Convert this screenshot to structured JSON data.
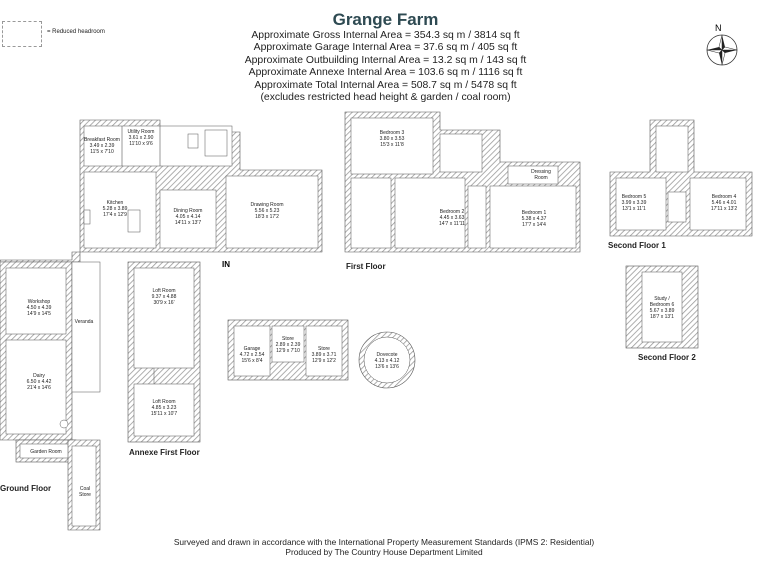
{
  "title": "Grange Farm",
  "areas": [
    "Approximate Gross Internal Area = 354.3 sq m / 3814 sq ft",
    "Approximate Garage Internal Area = 37.6 sq m / 405 sq ft",
    "Approximate Outbuilding Internal Area = 13.2 sq m / 143 sq ft",
    "Approximate Annexe Internal Area = 103.6 sq m / 1116 sq ft",
    "Approximate Total Internal Area = 508.7 sq m / 5478 sq ft",
    "(excludes restricted head height & garden / coal room)"
  ],
  "legend": "= Reduced headroom",
  "compass": "N",
  "entrance": "IN",
  "floors": {
    "ground": "Ground Floor",
    "first": "First Floor",
    "second1": "Second Floor 1",
    "second2": "Second Floor 2",
    "annexe": "Annexe First Floor"
  },
  "rooms": {
    "breakfast": [
      "Breakfast Room",
      "3.49 x 2.39",
      "11'5 x 7'10"
    ],
    "utility": [
      "Utility Room",
      "3.61 x 2.90",
      "11'10 x 9'6"
    ],
    "kitchen": [
      "Kitchen",
      "5.28 x 3.89",
      "17'4 x 12'9"
    ],
    "dining": [
      "Dining Room",
      "4.05 x 4.14",
      "14'11 x 13'7"
    ],
    "drawing": [
      "Drawing Room",
      "5.56 x 5.23",
      "18'3 x 17'2"
    ],
    "workshop": [
      "Workshop",
      "4.50 x 4.39",
      "14'9 x 14'5"
    ],
    "veranda": [
      "Veranda"
    ],
    "dairy": [
      "Dairy",
      "6.50 x 4.42",
      "21'4 x 14'6"
    ],
    "garden_room": [
      "Garden Room"
    ],
    "coal": [
      "Coal",
      "Store"
    ],
    "loft_room": [
      "Loft Room",
      "9.37 x 4.88",
      "30'9 x 16'"
    ],
    "loft_room2": [
      "Loft Room",
      "4.85 x 3.23",
      "15'11 x 10'7"
    ],
    "garage": [
      "Garage",
      "4.72 x 2.54",
      "15'6 x 8'4"
    ],
    "store1": [
      "Store",
      "2.89 x 2.39",
      "12'9 x 7'10"
    ],
    "store2": [
      "Store",
      "3.89 x 3.71",
      "12'9 x 12'2"
    ],
    "dovecote": [
      "Dovecote",
      "4.13 x 4.12",
      "13'6 x 13'6"
    ],
    "bed3": [
      "Bedroom 3",
      "3.80 x 3.53",
      "15'3 x 11'8"
    ],
    "dressing": [
      "Dressing",
      "Room"
    ],
    "bed2": [
      "Bedroom 2",
      "4.45 x 3.63",
      "14'7 x 11'11"
    ],
    "bed1": [
      "Bedroom 1",
      "5.38 x 4.37",
      "17'7 x 14'4"
    ],
    "bed5": [
      "Bedroom 5",
      "3.99 x 3.39",
      "13'1 x 11'1"
    ],
    "bed4": [
      "Bedroom 4",
      "5.46 x 4.01",
      "17'11 x 13'2"
    ],
    "study": [
      "Study /",
      "Bedroom 6",
      "5.67 x 3.89",
      "18'7 x 13'1"
    ]
  },
  "footer": [
    "Surveyed and drawn in accordance with the International Property Measurement Standards (IPMS 2: Residential)",
    "Produced by The Country House Department Limited"
  ],
  "colors": {
    "title": "#2e4a52",
    "wall": "#5b5b5b",
    "hatch": "#b9b9b9",
    "floor_fill": "#ffffff"
  }
}
